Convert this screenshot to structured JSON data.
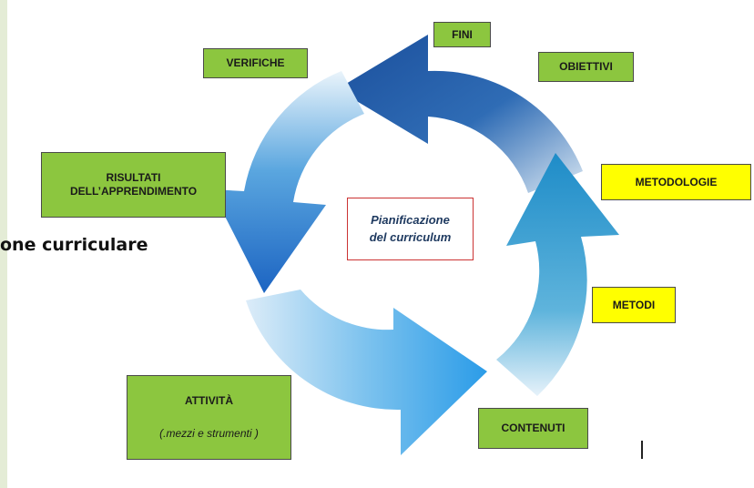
{
  "background_text": "one curriculare",
  "center": {
    "line1": "Pianificazione",
    "line2": "del curriculum"
  },
  "labels": {
    "fini": "FINI",
    "obiettivi": "OBIETTIVI",
    "metodologie": "METODOLOGIE",
    "metodi": "METODI",
    "contenuti": "CONTENUTI",
    "attivita_title": "ATTIVITÀ",
    "attivita_sub": "(.mezzi e strumenti )",
    "risultati_line1": "RISULTATI",
    "risultati_line2": "DELL’APPRENDIMENTO",
    "verifiche": "VERIFICHE"
  },
  "colors": {
    "green_box": "#8cc63f",
    "yellow_box": "#ffff00",
    "arrow_dark_blue": "#1e5aa8",
    "arrow_light_blue": "#c9e3f7",
    "center_border": "#cc3333"
  }
}
